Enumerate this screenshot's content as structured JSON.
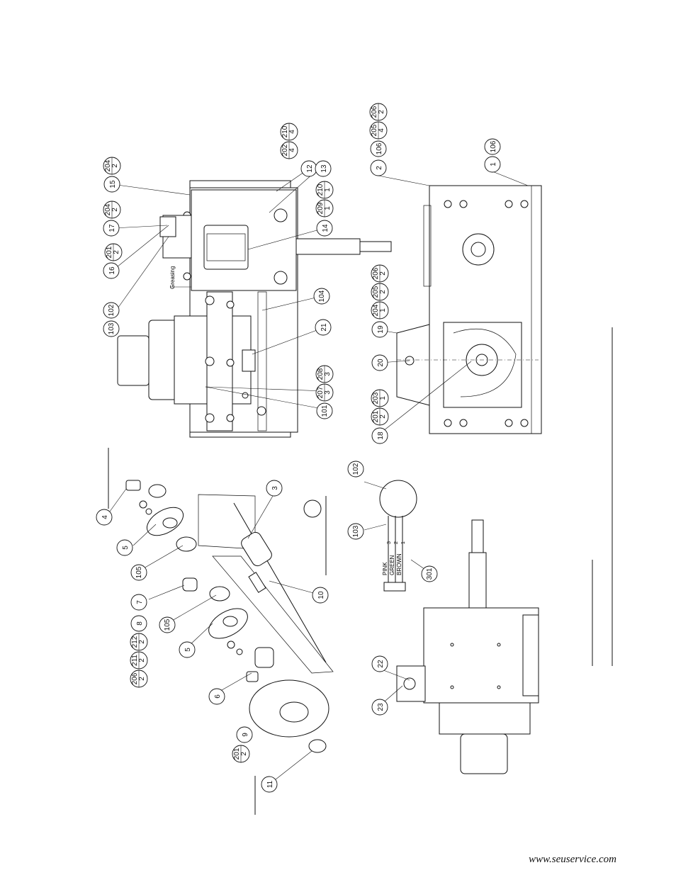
{
  "footer": {
    "url": "www.seuservice.com"
  },
  "annotations": {
    "greasing": "Greasing",
    "wire_pink": "PINK",
    "wire_green": "GREEN",
    "wire_brown": "BROWN",
    "pin_1": "1",
    "pin_2": "2",
    "pin_3": "3"
  },
  "callouts": [
    {
      "id": "c1",
      "label": "1",
      "sub": "106"
    },
    {
      "id": "c2",
      "label": "2",
      "sub": "106"
    },
    {
      "id": "c3",
      "label": "3",
      "sub": ""
    },
    {
      "id": "c4",
      "label": "4",
      "sub": ""
    },
    {
      "id": "c5a",
      "label": "5",
      "sub": ""
    },
    {
      "id": "c5b",
      "label": "5",
      "sub": ""
    },
    {
      "id": "c6",
      "label": "6",
      "sub": ""
    },
    {
      "id": "c7",
      "label": "7",
      "sub": ""
    },
    {
      "id": "c8",
      "label": "8",
      "sub": ""
    },
    {
      "id": "c9",
      "label": "9",
      "sub": ""
    },
    {
      "id": "c10",
      "label": "10",
      "sub": ""
    },
    {
      "id": "c11",
      "label": "11",
      "sub": ""
    },
    {
      "id": "c12",
      "label": "12",
      "sub": ""
    },
    {
      "id": "c13",
      "label": "13",
      "sub": ""
    },
    {
      "id": "c14",
      "label": "14",
      "sub": ""
    },
    {
      "id": "c15",
      "label": "15",
      "sub": ""
    },
    {
      "id": "c16",
      "label": "16",
      "sub": ""
    },
    {
      "id": "c17",
      "label": "17",
      "sub": ""
    },
    {
      "id": "c18",
      "label": "18",
      "sub": ""
    },
    {
      "id": "c19",
      "label": "19",
      "sub": ""
    },
    {
      "id": "c20",
      "label": "20",
      "sub": ""
    },
    {
      "id": "c21",
      "label": "21",
      "sub": ""
    },
    {
      "id": "c22",
      "label": "22",
      "sub": ""
    },
    {
      "id": "c23",
      "label": "23",
      "sub": ""
    },
    {
      "id": "c101",
      "label": "101",
      "sub": ""
    },
    {
      "id": "c102a",
      "label": "102",
      "sub": ""
    },
    {
      "id": "c102b",
      "label": "102",
      "sub": ""
    },
    {
      "id": "c103a",
      "label": "103",
      "sub": ""
    },
    {
      "id": "c103b",
      "label": "103",
      "sub": ""
    },
    {
      "id": "c104",
      "label": "104",
      "sub": ""
    },
    {
      "id": "c105a",
      "label": "105",
      "sub": ""
    },
    {
      "id": "c105b",
      "label": "105",
      "sub": ""
    },
    {
      "id": "c301",
      "label": "301",
      "sub": ""
    },
    {
      "id": "q201a",
      "label": "201",
      "sub": "2"
    },
    {
      "id": "q201b",
      "label": "201",
      "sub": "2"
    },
    {
      "id": "q201c",
      "label": "201",
      "sub": "2"
    },
    {
      "id": "q202",
      "label": "202",
      "sub": "4"
    },
    {
      "id": "q203",
      "label": "203",
      "sub": "1"
    },
    {
      "id": "q204a",
      "label": "204",
      "sub": "2"
    },
    {
      "id": "q204b",
      "label": "204",
      "sub": "2"
    },
    {
      "id": "q204c",
      "label": "204",
      "sub": "1"
    },
    {
      "id": "q205a",
      "label": "205",
      "sub": "4"
    },
    {
      "id": "q205b",
      "label": "205",
      "sub": "2"
    },
    {
      "id": "q206a",
      "label": "206",
      "sub": "2"
    },
    {
      "id": "q206b",
      "label": "206",
      "sub": "2"
    },
    {
      "id": "q206c",
      "label": "206",
      "sub": "2"
    },
    {
      "id": "q207",
      "label": "207",
      "sub": "3"
    },
    {
      "id": "q208",
      "label": "208",
      "sub": "3"
    },
    {
      "id": "q209",
      "label": "209",
      "sub": "1"
    },
    {
      "id": "q210a",
      "label": "210",
      "sub": "4"
    },
    {
      "id": "q210b",
      "label": "210",
      "sub": "1"
    },
    {
      "id": "q211",
      "label": "211",
      "sub": "2"
    },
    {
      "id": "q212",
      "label": "212",
      "sub": "2"
    }
  ]
}
